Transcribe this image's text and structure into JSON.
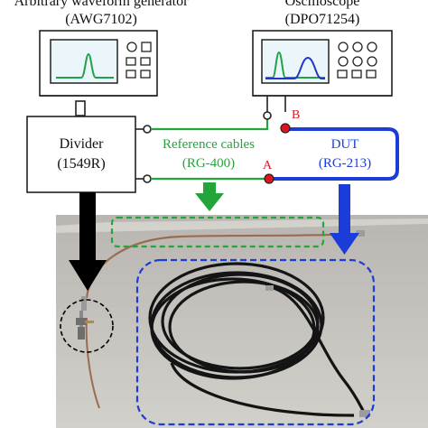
{
  "awg": {
    "title": "Arbitrary waveform generator",
    "model": "(AWG7102)"
  },
  "scope": {
    "title": "Oscilloscope",
    "model": "(DPO71254)"
  },
  "divider": {
    "name": "Divider",
    "model": "(1549R)"
  },
  "reference": {
    "label": "Reference cables",
    "model": "(RG-400)"
  },
  "dut": {
    "label": "DUT",
    "model": "(RG-213)"
  },
  "ports": {
    "a": "A",
    "b": "B"
  },
  "colors": {
    "reference_green": "#22a63a",
    "dut_blue": "#1a3cd8",
    "port_red": "#e0141c",
    "arrow_black": "#000000",
    "screen_bg": "#eaf6fa",
    "trace_green": "#1ea34a",
    "trace_blue": "#2236c8",
    "photo_bg": "#c4c1bb"
  }
}
